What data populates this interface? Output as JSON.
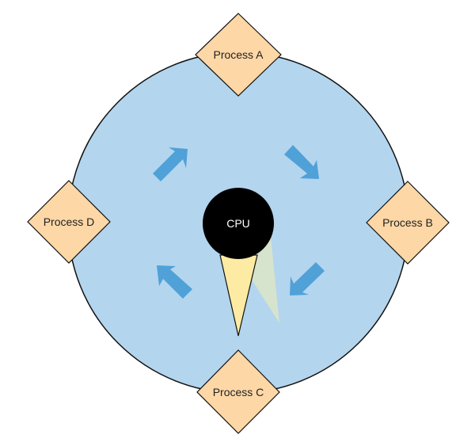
{
  "diagram": {
    "cpu": {
      "label": "CPU"
    },
    "processes": [
      {
        "id": "a",
        "label": "Process A"
      },
      {
        "id": "b",
        "label": "Process B"
      },
      {
        "id": "c",
        "label": "Process C"
      },
      {
        "id": "d",
        "label": "Process D"
      }
    ],
    "colors": {
      "ring_fill": "#b3d5ee",
      "ring_stroke": "#111111",
      "process_fill": "#fdd7a6",
      "process_stroke": "#111111",
      "cpu_fill": "#000000",
      "pointer_fill": "#fdeaa3",
      "pointer_shadow": "#d9e4c9",
      "arrow_fill": "#4fa1d8"
    },
    "icons": {
      "flow_arrow": "rotation-arrow-icon",
      "pointer": "scheduler-pointer-icon"
    }
  }
}
